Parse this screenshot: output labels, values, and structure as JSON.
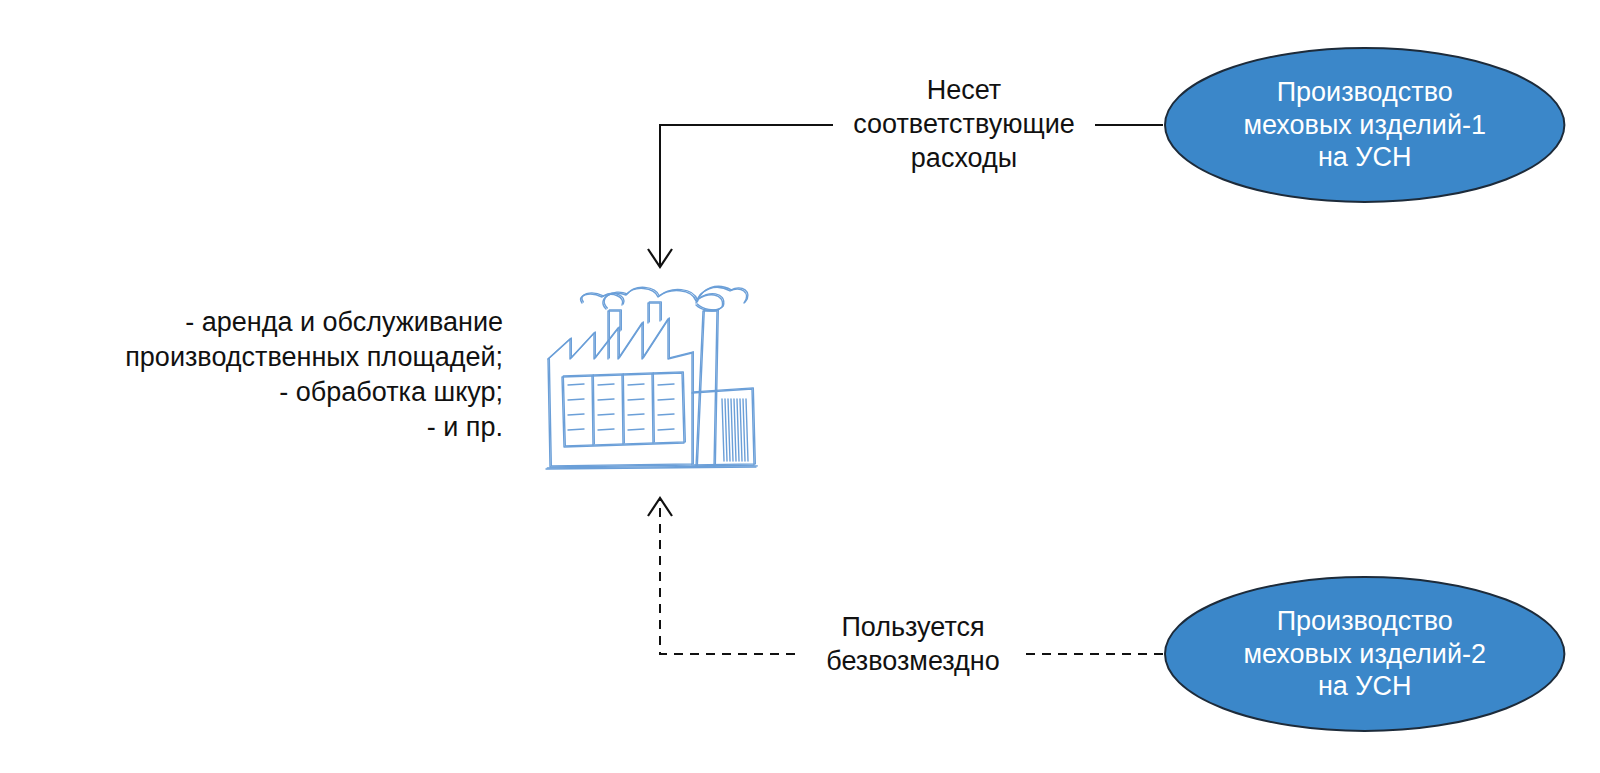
{
  "diagram": {
    "nodes": [
      {
        "text": [
          "Производство меховых изделий-1 на УСН"
        ]
      },
      {
        "text": [
          "- аренда и обслуживание производственных площадей;",
          "- обработка шкур;",
          "- и пр."
        ]
      },
      {
        "text": [
          "Производство меховых изделий-2 на УСН"
        ]
      }
    ],
    "edges": [
      {
        "from": 0,
        "to": 1,
        "label": "Несет соответствующие расходы",
        "arrow": "to"
      },
      {
        "from": 2,
        "to": 1,
        "label": "Пользуется безвозмездно",
        "arrow": "to"
      }
    ]
  }
}
